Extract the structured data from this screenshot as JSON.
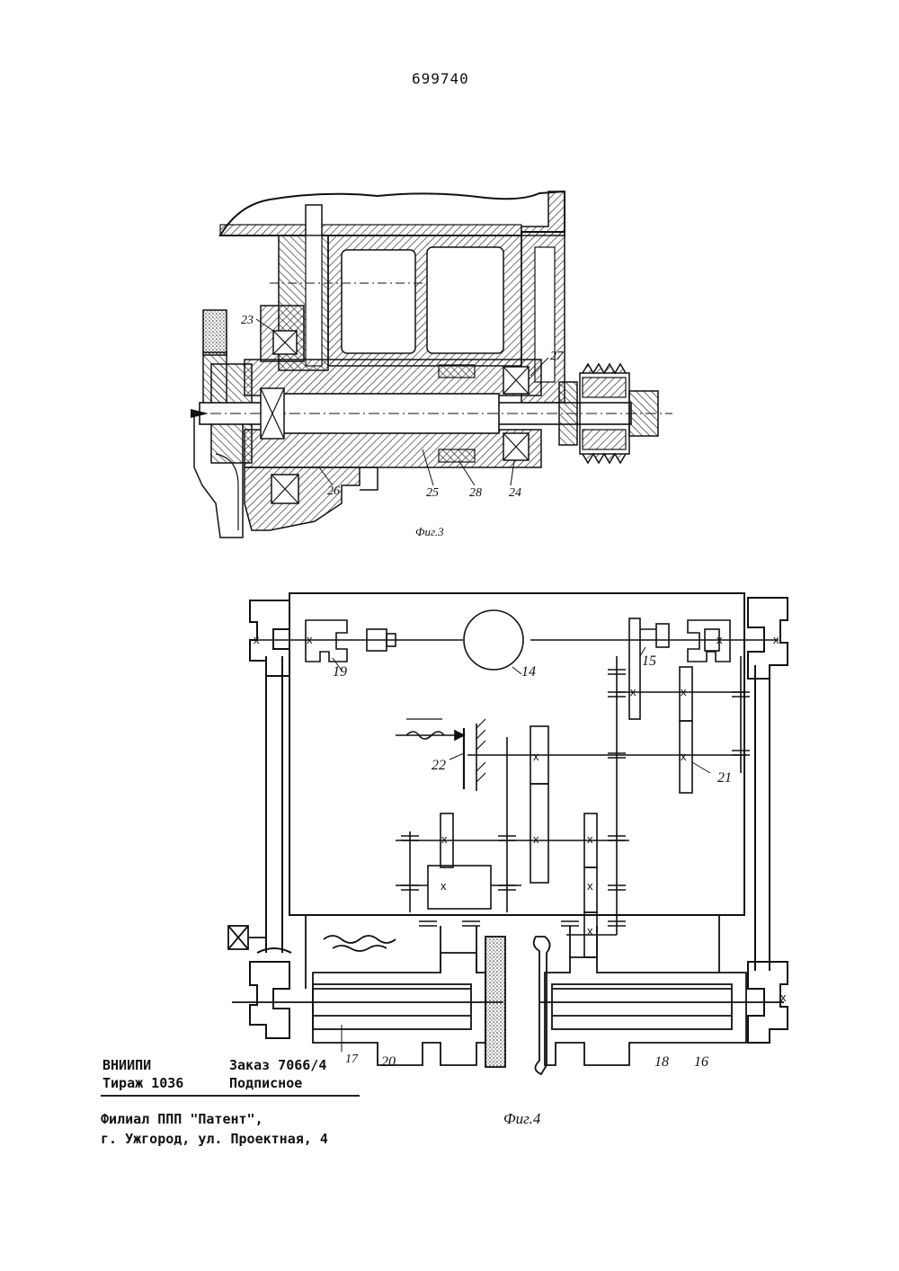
{
  "page_number": "699740",
  "fig3": {
    "caption": "Фиг.3",
    "labels": [
      "23",
      "27",
      "26",
      "25",
      "28",
      "24"
    ]
  },
  "fig4": {
    "caption": "Фиг.4",
    "labels": [
      "19",
      "14",
      "15",
      "22",
      "21",
      "17",
      "20",
      "18",
      "16"
    ]
  },
  "imprint": {
    "org": "ВНИИПИ",
    "order": "Заказ 7066/4",
    "circulation": "Тираж 1036",
    "subscription": "Подписное",
    "branch": "Филиал ППП \"Патент\",",
    "address": "г. Ужгород, ул. Проектная, 4"
  }
}
